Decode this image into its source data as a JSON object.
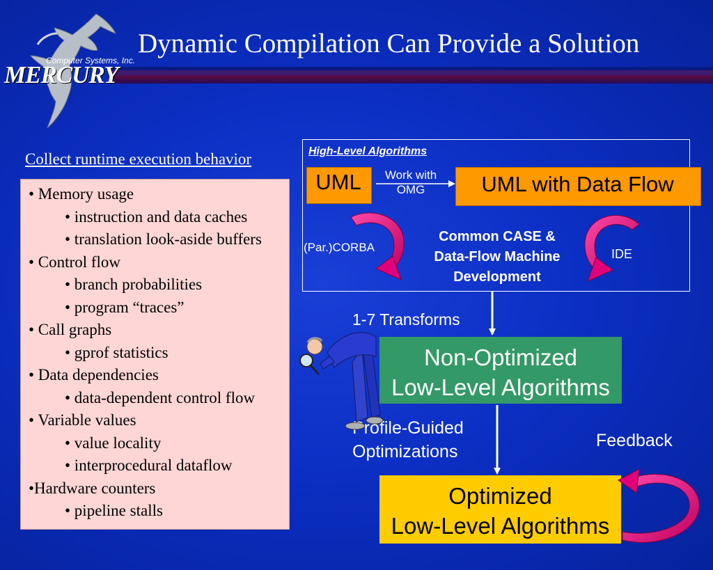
{
  "header": {
    "title": "Dynamic Compilation Can Provide a Solution",
    "logo_word": "MERCURY",
    "logo_subtitle": "Computer Systems, Inc."
  },
  "left_panel": {
    "title": "Collect runtime execution behavior",
    "items": [
      {
        "level": 1,
        "text": "• Memory usage"
      },
      {
        "level": 2,
        "text": "• instruction and data caches"
      },
      {
        "level": 2,
        "text": "• translation look-aside buffers"
      },
      {
        "level": 1,
        "text": "• Control flow"
      },
      {
        "level": 2,
        "text": "• branch probabilities"
      },
      {
        "level": 2,
        "text": "• program “traces”"
      },
      {
        "level": 1,
        "text": "• Call graphs"
      },
      {
        "level": 2,
        "text": "• gprof statistics"
      },
      {
        "level": 1,
        "text": "• Data dependencies"
      },
      {
        "level": 2,
        "text": "• data-dependent control flow"
      },
      {
        "level": 1,
        "text": "• Variable values"
      },
      {
        "level": 2,
        "text": "• value locality"
      },
      {
        "level": 2,
        "text": "• interprocedural dataflow"
      },
      {
        "level": 1,
        "text": "•Hardware counters"
      },
      {
        "level": 2,
        "text": "• pipeline stalls"
      }
    ]
  },
  "diagram": {
    "group_title": "High-Level Algorithms",
    "uml": "UML",
    "uml_data_flow": "UML with Data Flow",
    "work_with_1": "Work with",
    "work_with_2": "OMG",
    "corba": "(Par.)CORBA",
    "ide": "IDE",
    "case_1": "Common CASE &",
    "case_2": "Data-Flow Machine",
    "case_3": "Development",
    "transforms": "1-7 Transforms",
    "non_opt_1": "Non-Optimized",
    "non_opt_2": "Low-Level Algorithms",
    "pgo_1": "Profile-Guided",
    "pgo_2": "Optimizations",
    "feedback": "Feedback",
    "opt_1": "Optimized",
    "opt_2": "Low-Level Algorithms"
  },
  "colors": {
    "background": "#0c2fc4",
    "list_box": "#ffd6d6",
    "uml_boxes": "#ff9900",
    "non_optimized_box": "#339966",
    "optimized_box": "#ffcc00",
    "curved_arrows": "#e0007a"
  },
  "icons": {
    "logo": "mercury-winged-figure-icon",
    "figure": "inspector-with-magnifying-glass-icon"
  }
}
